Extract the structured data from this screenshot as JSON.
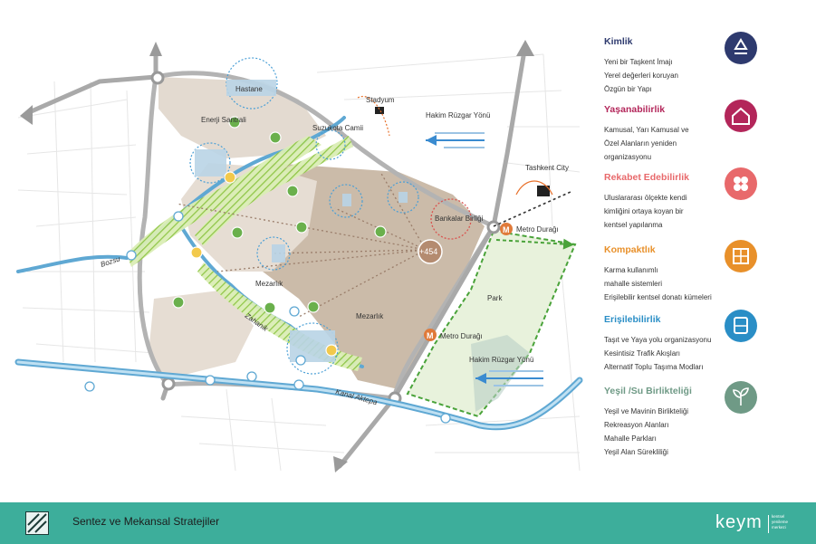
{
  "map": {
    "labels": {
      "hastane": "Hastane",
      "enerji": "Enerji Santrali",
      "suzukota": "Suzukota Camii",
      "stadyum": "Stadyum",
      "hakim1": "Hakim Rüzgar Yönü",
      "tashkent": "Tashkent City",
      "bankalar": "Bankalar Birliği",
      "metro1": "Metro Durağı",
      "metro2": "Metro Durağı",
      "elevation": "+454",
      "park": "Park",
      "mezarlik1": "Mezarlık",
      "mezarlik2": "Mezarlık",
      "bozsu": "Bozsu",
      "zahanik": "Zahanik",
      "kanal": "Kanal Aktepa",
      "hakim2": "Hakim Rüzgar Yönü",
      "metro_letter": "M"
    },
    "colors": {
      "road": "#a9a9a9",
      "water": "#5fa8d3",
      "green": "#8cc540",
      "landuse": "#cbbba9",
      "metro": "#e07a3a"
    }
  },
  "legend": {
    "items": [
      {
        "title": "Kimlik",
        "color": "#2e3a6e",
        "icon": "recycle-icon",
        "lines": [
          "Yeni bir Taşkent İmajı",
          "Yerel değerleri koruyan",
          "Özgün bir Yapı"
        ]
      },
      {
        "title": "Yaşanabilirlik",
        "color": "#b3265a",
        "icon": "house-icon",
        "lines": [
          "Kamusal, Yarı Kamusal ve",
          "Özel Alanların yeniden",
          "organizasyonu"
        ]
      },
      {
        "title": "Rekabet Edebilirlik",
        "color": "#e8696b",
        "icon": "network-icon",
        "lines": [
          "Uluslararası ölçekte kendi",
          "kimliğini ortaya koyan bir",
          "kentsel yapılanma"
        ]
      },
      {
        "title": "Kompaktlık",
        "color": "#e8902a",
        "icon": "compact-icon",
        "lines": [
          "Karma kullanımlı",
          "mahalle sistemleri",
          "Erişilebilir kentsel donatı kümeleri"
        ]
      },
      {
        "title": "Erişilebilirlik",
        "color": "#2a8ec6",
        "icon": "bus-icon",
        "lines": [
          "Taşıt ve Yaya yolu organizasyonu",
          "Kesintisiz Trafik Akışları",
          "Alternatif Toplu Taşıma Modları"
        ]
      },
      {
        "title": "Yeşil /Su Birlikteliği",
        "color": "#6f9a86",
        "icon": "leaf-icon",
        "lines": [
          "Yeşil ve Mavinin Birlikteliği",
          "Rekreasyon Alanları",
          "Mahalle Parkları",
          "Yeşil Alan Sürekliliği"
        ]
      }
    ]
  },
  "footer": {
    "title": "Sentez ve Mekansal Stratejiler",
    "brand": "keym",
    "brand_sub": [
      "kentsel",
      "yenileme",
      "merkezi"
    ]
  }
}
